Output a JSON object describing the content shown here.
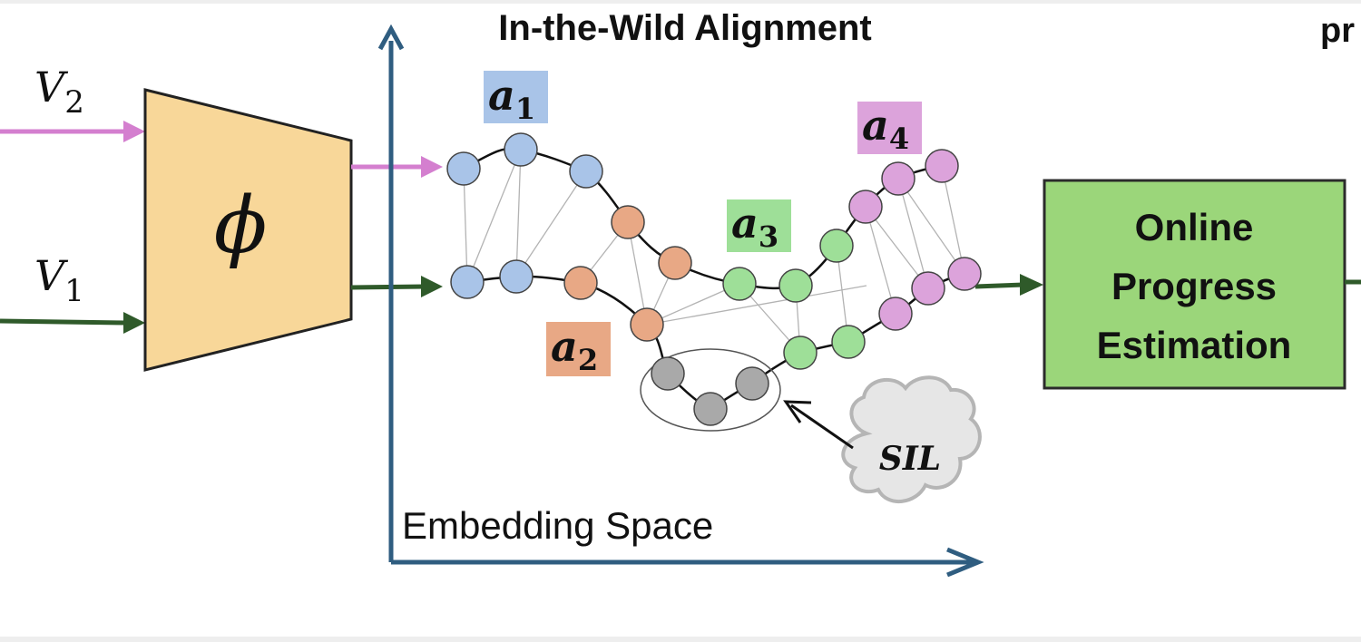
{
  "title": "In-the-Wild Alignment",
  "partial_title": "pr",
  "inputs": {
    "v2": {
      "base": "V",
      "sub": "2"
    },
    "v1": {
      "base": "V",
      "sub": "1"
    }
  },
  "encoder": {
    "symbol": "ϕ"
  },
  "clusters": {
    "a1": {
      "base": "a",
      "sub": "1",
      "color": "#a9c4e8"
    },
    "a2": {
      "base": "a",
      "sub": "2",
      "color": "#e8a885"
    },
    "a3": {
      "base": "a",
      "sub": "3",
      "color": "#9edf98"
    },
    "a4": {
      "base": "a",
      "sub": "4",
      "color": "#dca3db"
    }
  },
  "sil_label": "SIL",
  "axis_label": "Embedding Space",
  "output_box": {
    "lines": [
      "Online",
      "Progress",
      "Estimation"
    ],
    "color": "#9bd67a"
  },
  "colors": {
    "v2_arrow": "#d47fcf",
    "v1_arrow": "#2f5a2a",
    "axis": "#2f5d80",
    "encoder_fill": "#f8d799",
    "node_gray": "#a9a9a9"
  }
}
